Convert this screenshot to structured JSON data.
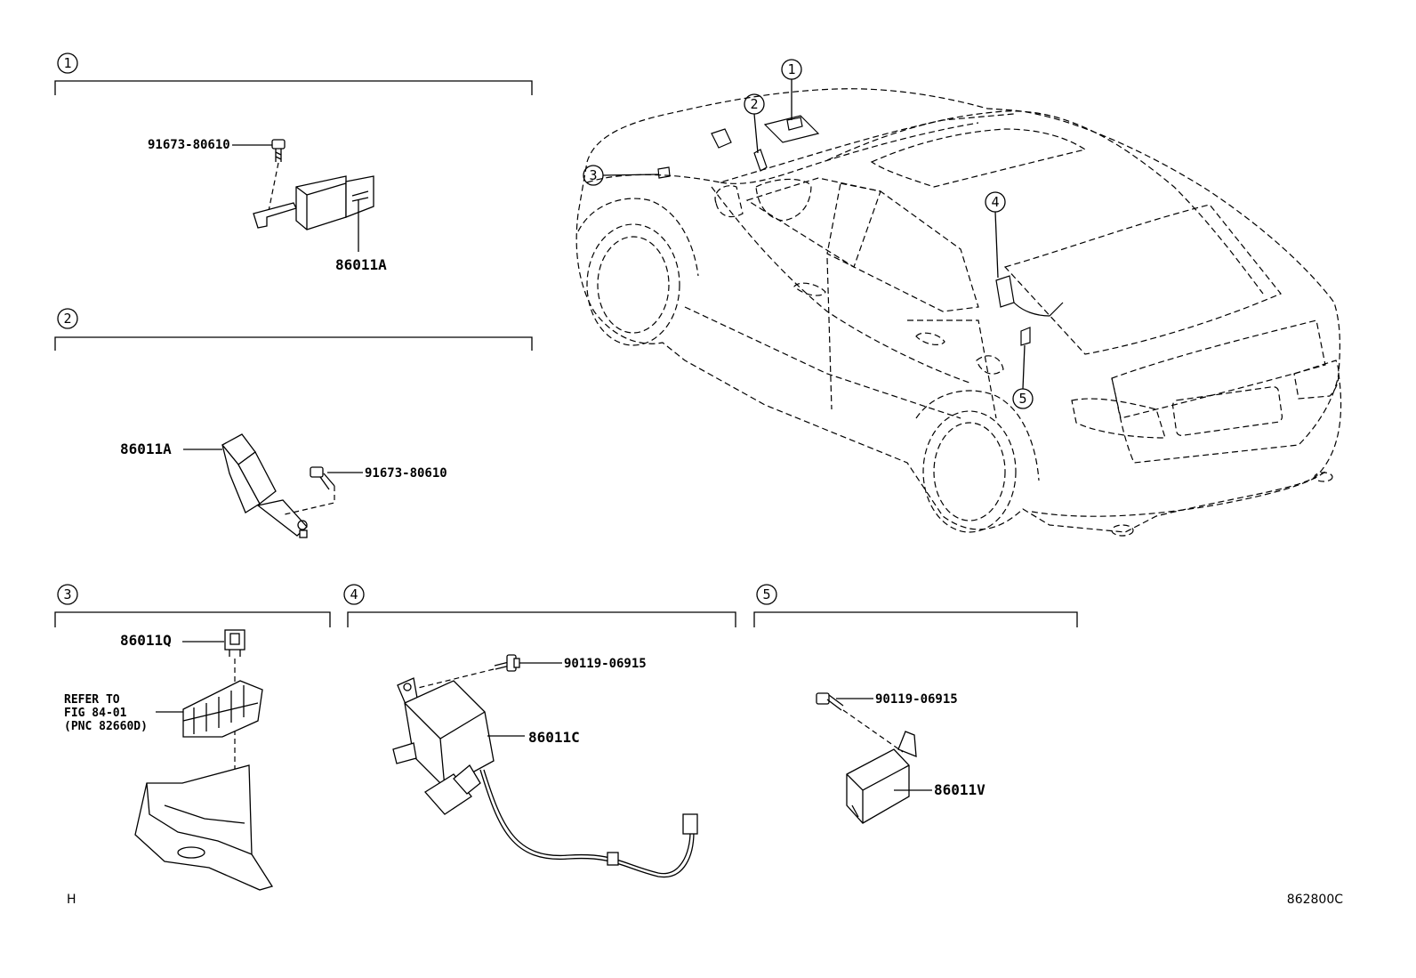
{
  "sections": [
    {
      "num": "1",
      "parts": {
        "bolt": "91673-80610",
        "relay": "86011A"
      }
    },
    {
      "num": "2",
      "parts": {
        "relay": "86011A",
        "bolt": "91673-80610"
      }
    },
    {
      "num": "3",
      "parts": {
        "relay": "86011Q"
      },
      "refer": [
        "REFER TO",
        "FIG 84-01",
        "(PNC 82660D)"
      ]
    },
    {
      "num": "4",
      "parts": {
        "bolt": "90119-06915",
        "module": "86011C"
      }
    },
    {
      "num": "5",
      "parts": {
        "bolt": "90119-06915",
        "module": "86011V"
      }
    }
  ],
  "car_callouts": [
    "1",
    "2",
    "3",
    "4",
    "5"
  ],
  "footer": {
    "left": "H",
    "right": "862800C"
  }
}
